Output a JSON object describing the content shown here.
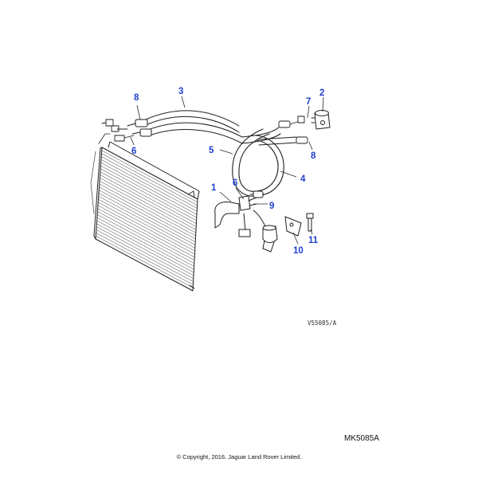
{
  "diagram": {
    "callouts": [
      {
        "id": "label-1",
        "text": "1"
      },
      {
        "id": "label-2",
        "text": "2"
      },
      {
        "id": "label-3",
        "text": "3"
      },
      {
        "id": "label-4",
        "text": "4"
      },
      {
        "id": "label-5",
        "text": "5"
      },
      {
        "id": "label-6-top",
        "text": "6"
      },
      {
        "id": "label-6-left",
        "text": "6"
      },
      {
        "id": "label-7",
        "text": "7"
      },
      {
        "id": "label-8-left",
        "text": "8"
      },
      {
        "id": "label-8-right",
        "text": "8"
      },
      {
        "id": "label-9",
        "text": "9"
      },
      {
        "id": "label-10",
        "text": "10"
      },
      {
        "id": "label-11",
        "text": "11"
      }
    ],
    "reference_code": "V55085/A",
    "catalog_code": "MK5085A",
    "copyright": "© Copyright, 2016. Jaguar Land Rover Limited."
  },
  "colors": {
    "callout": "#1f3fcf",
    "line_art": "#1e1e1e",
    "background": "#ffffff"
  }
}
